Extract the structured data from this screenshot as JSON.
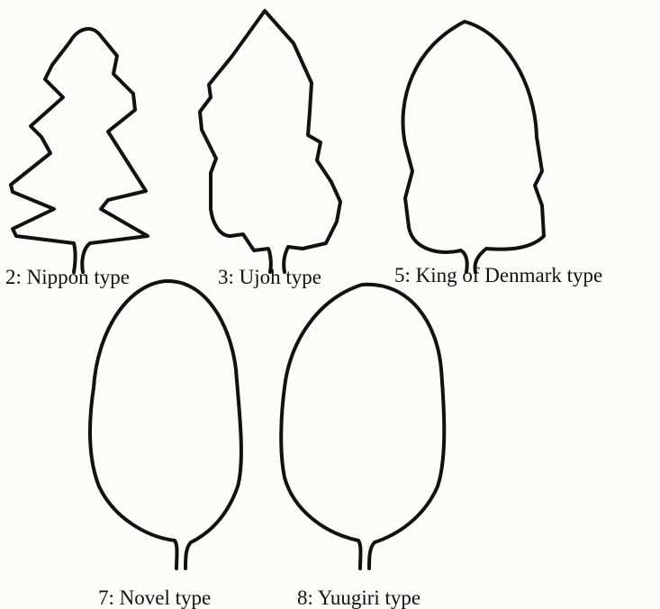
{
  "leaf_types": [
    {
      "id": "nippon",
      "caption": "2: Nippon type"
    },
    {
      "id": "ujoh",
      "caption": "3: Ujoh type"
    },
    {
      "id": "denmark",
      "caption": "5: King of Denmark type"
    },
    {
      "id": "novel",
      "caption": "7: Novel type"
    },
    {
      "id": "yuugiri",
      "caption": "8: Yuugiri type"
    }
  ],
  "colors": {
    "outline": "#111111",
    "background": "#fcfcfa"
  }
}
